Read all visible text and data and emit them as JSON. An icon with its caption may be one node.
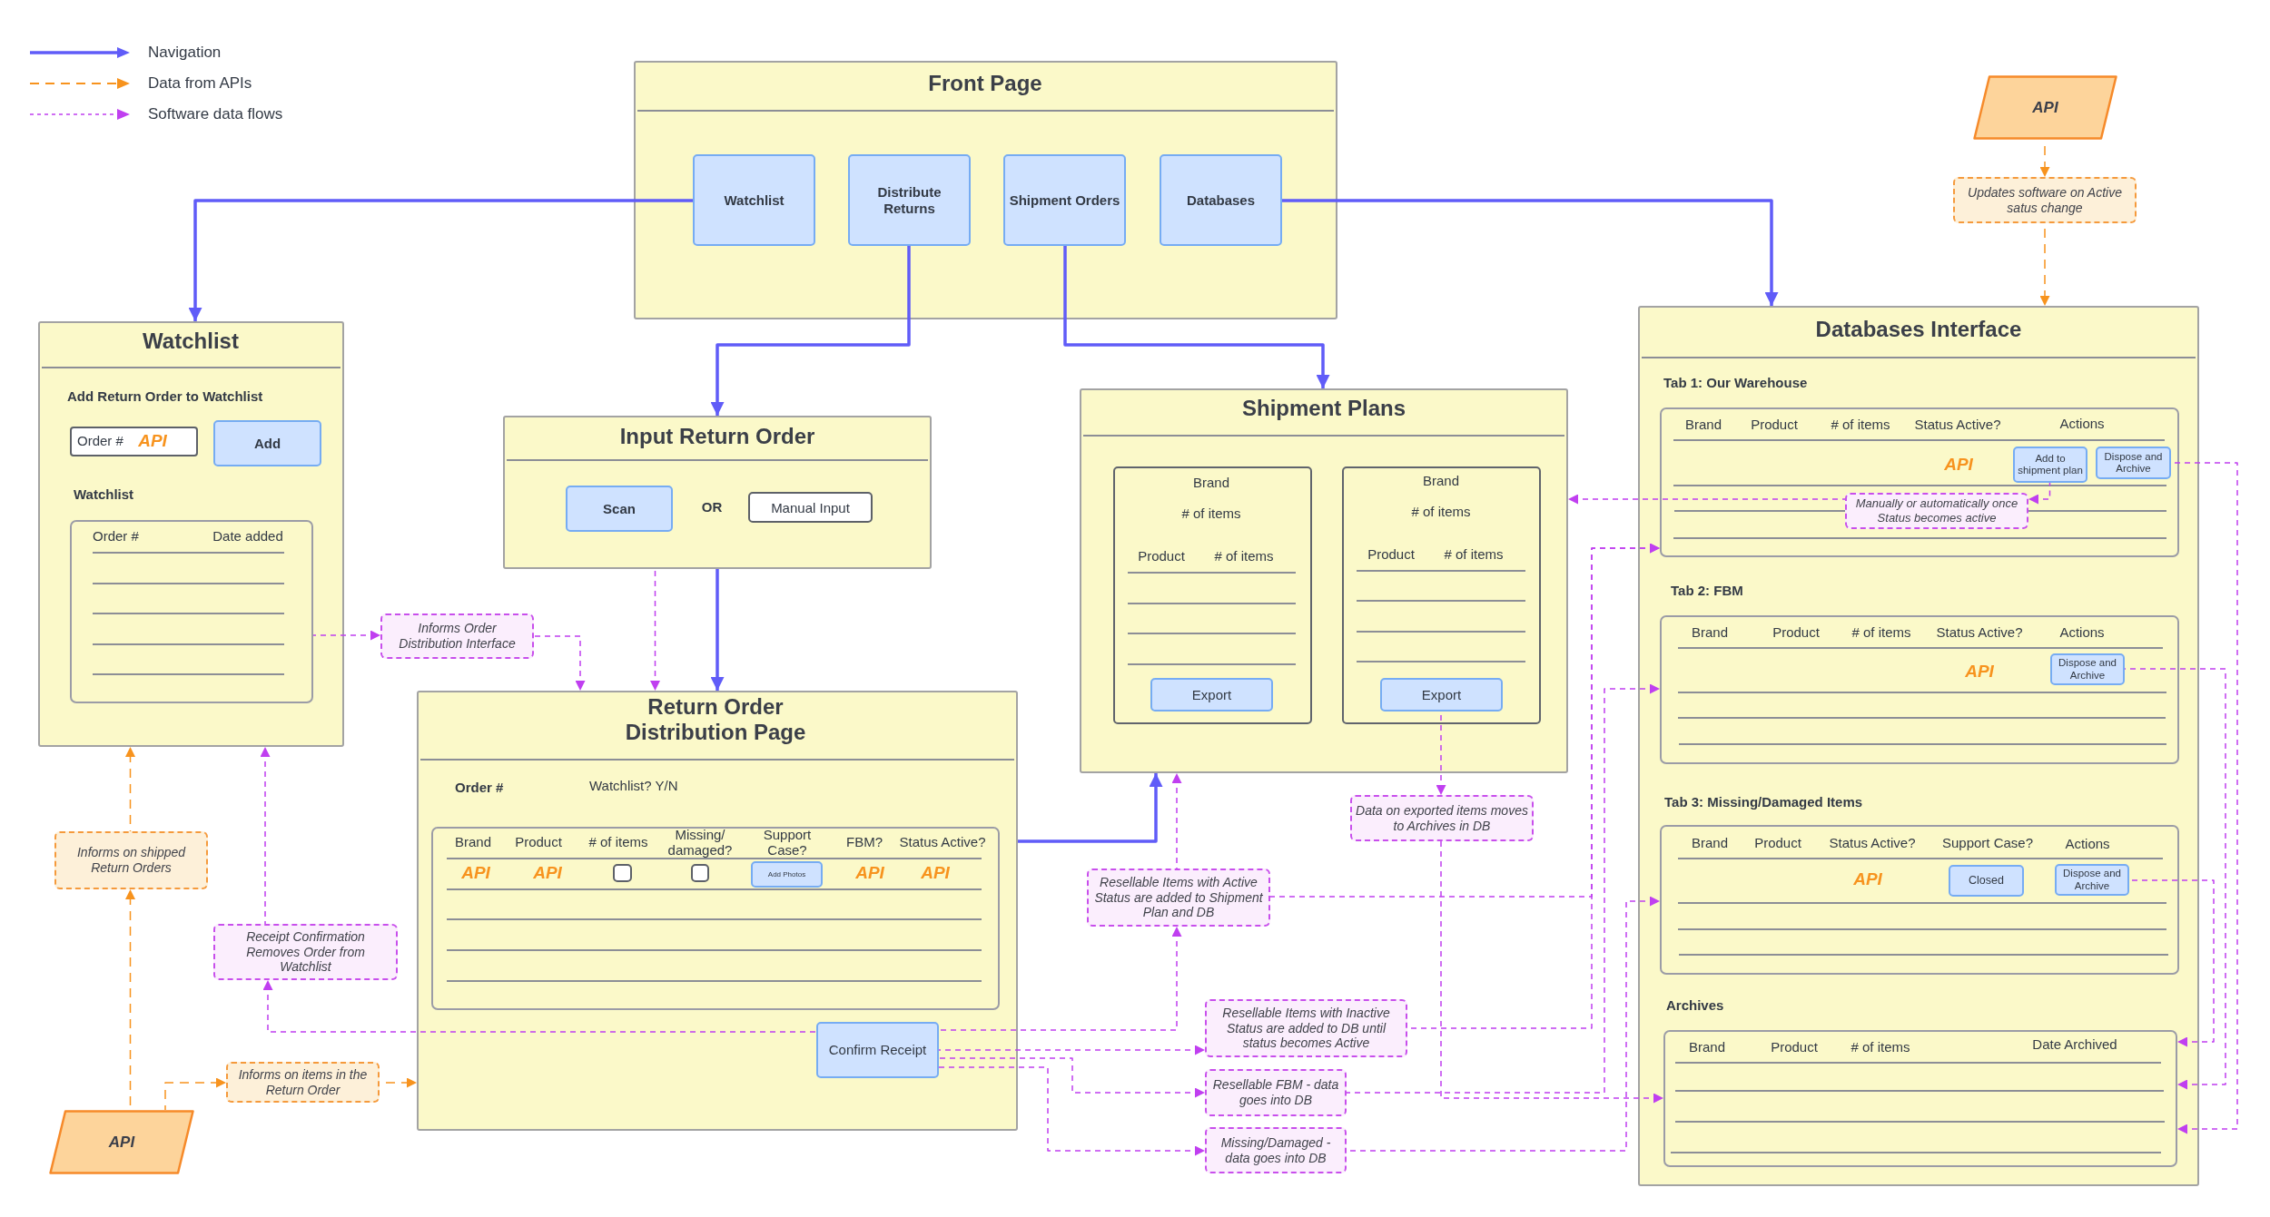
{
  "diagram": {
    "nodes": [
      {
        "text": [
          "Front Page"
        ]
      },
      {
        "text": [
          "Watchlist"
        ],
        "in": 0
      },
      {
        "text": [
          "Distribute Returns"
        ],
        "in": 0
      },
      {
        "text": [
          "Shipment Orders"
        ],
        "in": 0
      },
      {
        "text": [
          "Databases"
        ],
        "in": 0
      },
      {
        "text": [
          "API"
        ]
      },
      {
        "text": [
          "Updates software on Active satus change"
        ]
      },
      {
        "text": [
          "Databases Interface",
          "Tab 1: Our Warehouse",
          "Tab 2: FBM",
          "Tab 3: Missing/Damaged Items",
          "Archives"
        ]
      },
      {
        "text": [
          "Brand",
          "Product",
          "# of items",
          "Status Active?",
          "Actions",
          "API"
        ],
        "in": 7
      },
      {
        "text": [
          "Add to shipment plan"
        ],
        "in": 8
      },
      {
        "text": [
          "Dispose and Archive"
        ],
        "in": 8
      },
      {
        "text": [
          "Manually or automatically once Status becomes active"
        ],
        "in": 8
      },
      {
        "text": [
          "Brand",
          "Product",
          "# of items",
          "Status Active?",
          "Actions",
          "API"
        ],
        "in": 7
      },
      {
        "text": [
          "Dispose and Archive"
        ],
        "in": 12
      },
      {
        "text": [
          "Brand",
          "Product",
          "Status Active?",
          "Support Case?",
          "Actions",
          "API"
        ],
        "in": 7
      },
      {
        "text": [
          "Closed"
        ],
        "in": 14
      },
      {
        "text": [
          "Dispose and Archive"
        ],
        "in": 14
      },
      {
        "text": [
          "Brand",
          "Product",
          "# of items",
          "Date Archived"
        ],
        "in": 7
      },
      {
        "text": [
          "Watchlist",
          "Add Return Order to Watchlist",
          "Watchlist"
        ]
      },
      {
        "text": [
          "Order #",
          "API"
        ],
        "in": 18
      },
      {
        "text": [
          "Add"
        ],
        "in": 18
      },
      {
        "text": [
          "Order #",
          "Date added"
        ],
        "in": 18
      },
      {
        "text": [
          "Shipment Plans"
        ]
      },
      {
        "text": [
          "Brand",
          "# of items",
          "Product",
          "# of items"
        ],
        "in": 22
      },
      {
        "text": [
          "Export"
        ],
        "in": 23
      },
      {
        "text": [
          "Brand",
          "# of items",
          "Product",
          "# of items"
        ],
        "in": 22
      },
      {
        "text": [
          "Export"
        ],
        "in": 25
      },
      {
        "text": [
          "Input Return Order",
          "OR"
        ]
      },
      {
        "text": [
          "Scan"
        ],
        "in": 27
      },
      {
        "text": [
          "Manual Input"
        ],
        "in": 27
      },
      {
        "text": [
          "Informs Order Distribution Interface"
        ]
      },
      {
        "text": [
          "Return Order Distribution Page",
          "Order #",
          "Watchlist? Y/N"
        ]
      },
      {
        "text": [
          "Brand",
          "Product",
          "# of items",
          "Missing/ damaged?",
          "Support Case?",
          "FBM?",
          "Status Active?",
          "API",
          "API",
          "API",
          "API"
        ],
        "in": 31
      },
      {
        "text": [],
        "shape": "box",
        "in": 32
      },
      {
        "text": [],
        "shape": "box",
        "in": 32
      },
      {
        "text": [
          "Add Photos"
        ],
        "in": 32
      },
      {
        "text": [
          "Confirm Receipt"
        ],
        "in": 31
      },
      {
        "text": [
          "Data on exported items moves to Archives in DB"
        ]
      },
      {
        "text": [
          "Informs on shipped Return Orders"
        ]
      },
      {
        "text": [
          "Resellable Items with Active Status are added to Shipment Plan and DB"
        ]
      },
      {
        "text": [
          "Receipt Confirmation Removes Order from Watchlist"
        ]
      },
      {
        "text": [
          "Resellable Items with Inactive Status are added to DB until status becomes Active"
        ]
      },
      {
        "text": [
          "Informs on items in the Return Order"
        ]
      },
      {
        "text": [
          "Resellable FBM - data goes into DB"
        ]
      },
      {
        "text": [
          "API"
        ]
      },
      {
        "text": [
          "Missing/Damaged - data goes into DB"
        ]
      }
    ],
    "edges": [
      {
        "from": 1,
        "to": 18,
        "arrow": "to",
        "color": "#605cf8"
      },
      {
        "from": 2,
        "to": 27,
        "arrow": "to",
        "color": "#605cf8"
      },
      {
        "from": 3,
        "to": 22,
        "arrow": "to",
        "color": "#605cf8"
      },
      {
        "from": 4,
        "to": 7,
        "arrow": "to",
        "color": "#605cf8"
      },
      {
        "from": 27,
        "to": 31,
        "arrow": "to",
        "color": "#605cf8"
      },
      {
        "from": 31,
        "to": 22,
        "arrow": "to",
        "color": "#605cf8"
      },
      {
        "from": 5,
        "to": 6,
        "arrow": "to",
        "style": "dashed",
        "color": "#f7931e"
      },
      {
        "from": 6,
        "to": 7,
        "arrow": "to",
        "style": "dashed",
        "color": "#f7931e"
      },
      {
        "from": 44,
        "to": 38,
        "arrow": "to",
        "style": "dashed",
        "color": "#f7931e"
      },
      {
        "from": 38,
        "to": 18,
        "arrow": "to",
        "style": "dashed",
        "color": "#f7931e"
      },
      {
        "from": 44,
        "to": 42,
        "arrow": "to",
        "style": "dashed",
        "color": "#f7931e"
      },
      {
        "from": 42,
        "to": 31,
        "arrow": "to",
        "style": "dashed",
        "color": "#f7931e"
      },
      {
        "from": 21,
        "to": 30,
        "arrow": "to",
        "style": "dashed"
      },
      {
        "from": 30,
        "to": 31,
        "arrow": "to",
        "style": "dashed"
      },
      {
        "from": 27,
        "to": 31,
        "arrow": "to",
        "style": "dashed"
      },
      {
        "from": 36,
        "to": 40,
        "arrow": "to",
        "style": "dashed"
      },
      {
        "from": 40,
        "to": 18,
        "arrow": "to",
        "style": "dashed"
      },
      {
        "from": 36,
        "to": 41,
        "arrow": "to",
        "style": "dashed"
      },
      {
        "from": 36,
        "to": 43,
        "arrow": "to",
        "style": "dashed"
      },
      {
        "from": 36,
        "to": 45,
        "arrow": "to",
        "style": "dashed"
      },
      {
        "from": 36,
        "to": 39,
        "arrow": "to",
        "style": "dashed"
      },
      {
        "from": 39,
        "to": 22,
        "arrow": "to",
        "style": "dashed"
      },
      {
        "from": 39,
        "to": 8,
        "arrow": "to",
        "style": "dashed"
      },
      {
        "from": 41,
        "to": 8,
        "arrow": "to",
        "style": "dashed"
      },
      {
        "from": 43,
        "to": 12,
        "arrow": "to",
        "style": "dashed"
      },
      {
        "from": 45,
        "to": 14,
        "arrow": "to",
        "style": "dashed"
      },
      {
        "from": 26,
        "to": 37,
        "arrow": "to",
        "style": "dashed"
      },
      {
        "from": 37,
        "to": 17,
        "arrow": "to",
        "style": "dashed"
      },
      {
        "from": 9,
        "to": 11,
        "arrow": "to",
        "style": "dashed"
      },
      {
        "from": 11,
        "to": 22,
        "arrow": "to",
        "style": "dashed"
      },
      {
        "from": 10,
        "to": 17,
        "arrow": "to",
        "style": "dashed"
      },
      {
        "from": 13,
        "to": 17,
        "arrow": "to",
        "style": "dashed"
      },
      {
        "from": 16,
        "to": 17,
        "arrow": "to",
        "style": "dashed"
      }
    ],
    "legend": [
      {
        "text": "Navigation"
      },
      {
        "text": "Data from APIs"
      },
      {
        "text": "Software data flows"
      }
    ]
  }
}
